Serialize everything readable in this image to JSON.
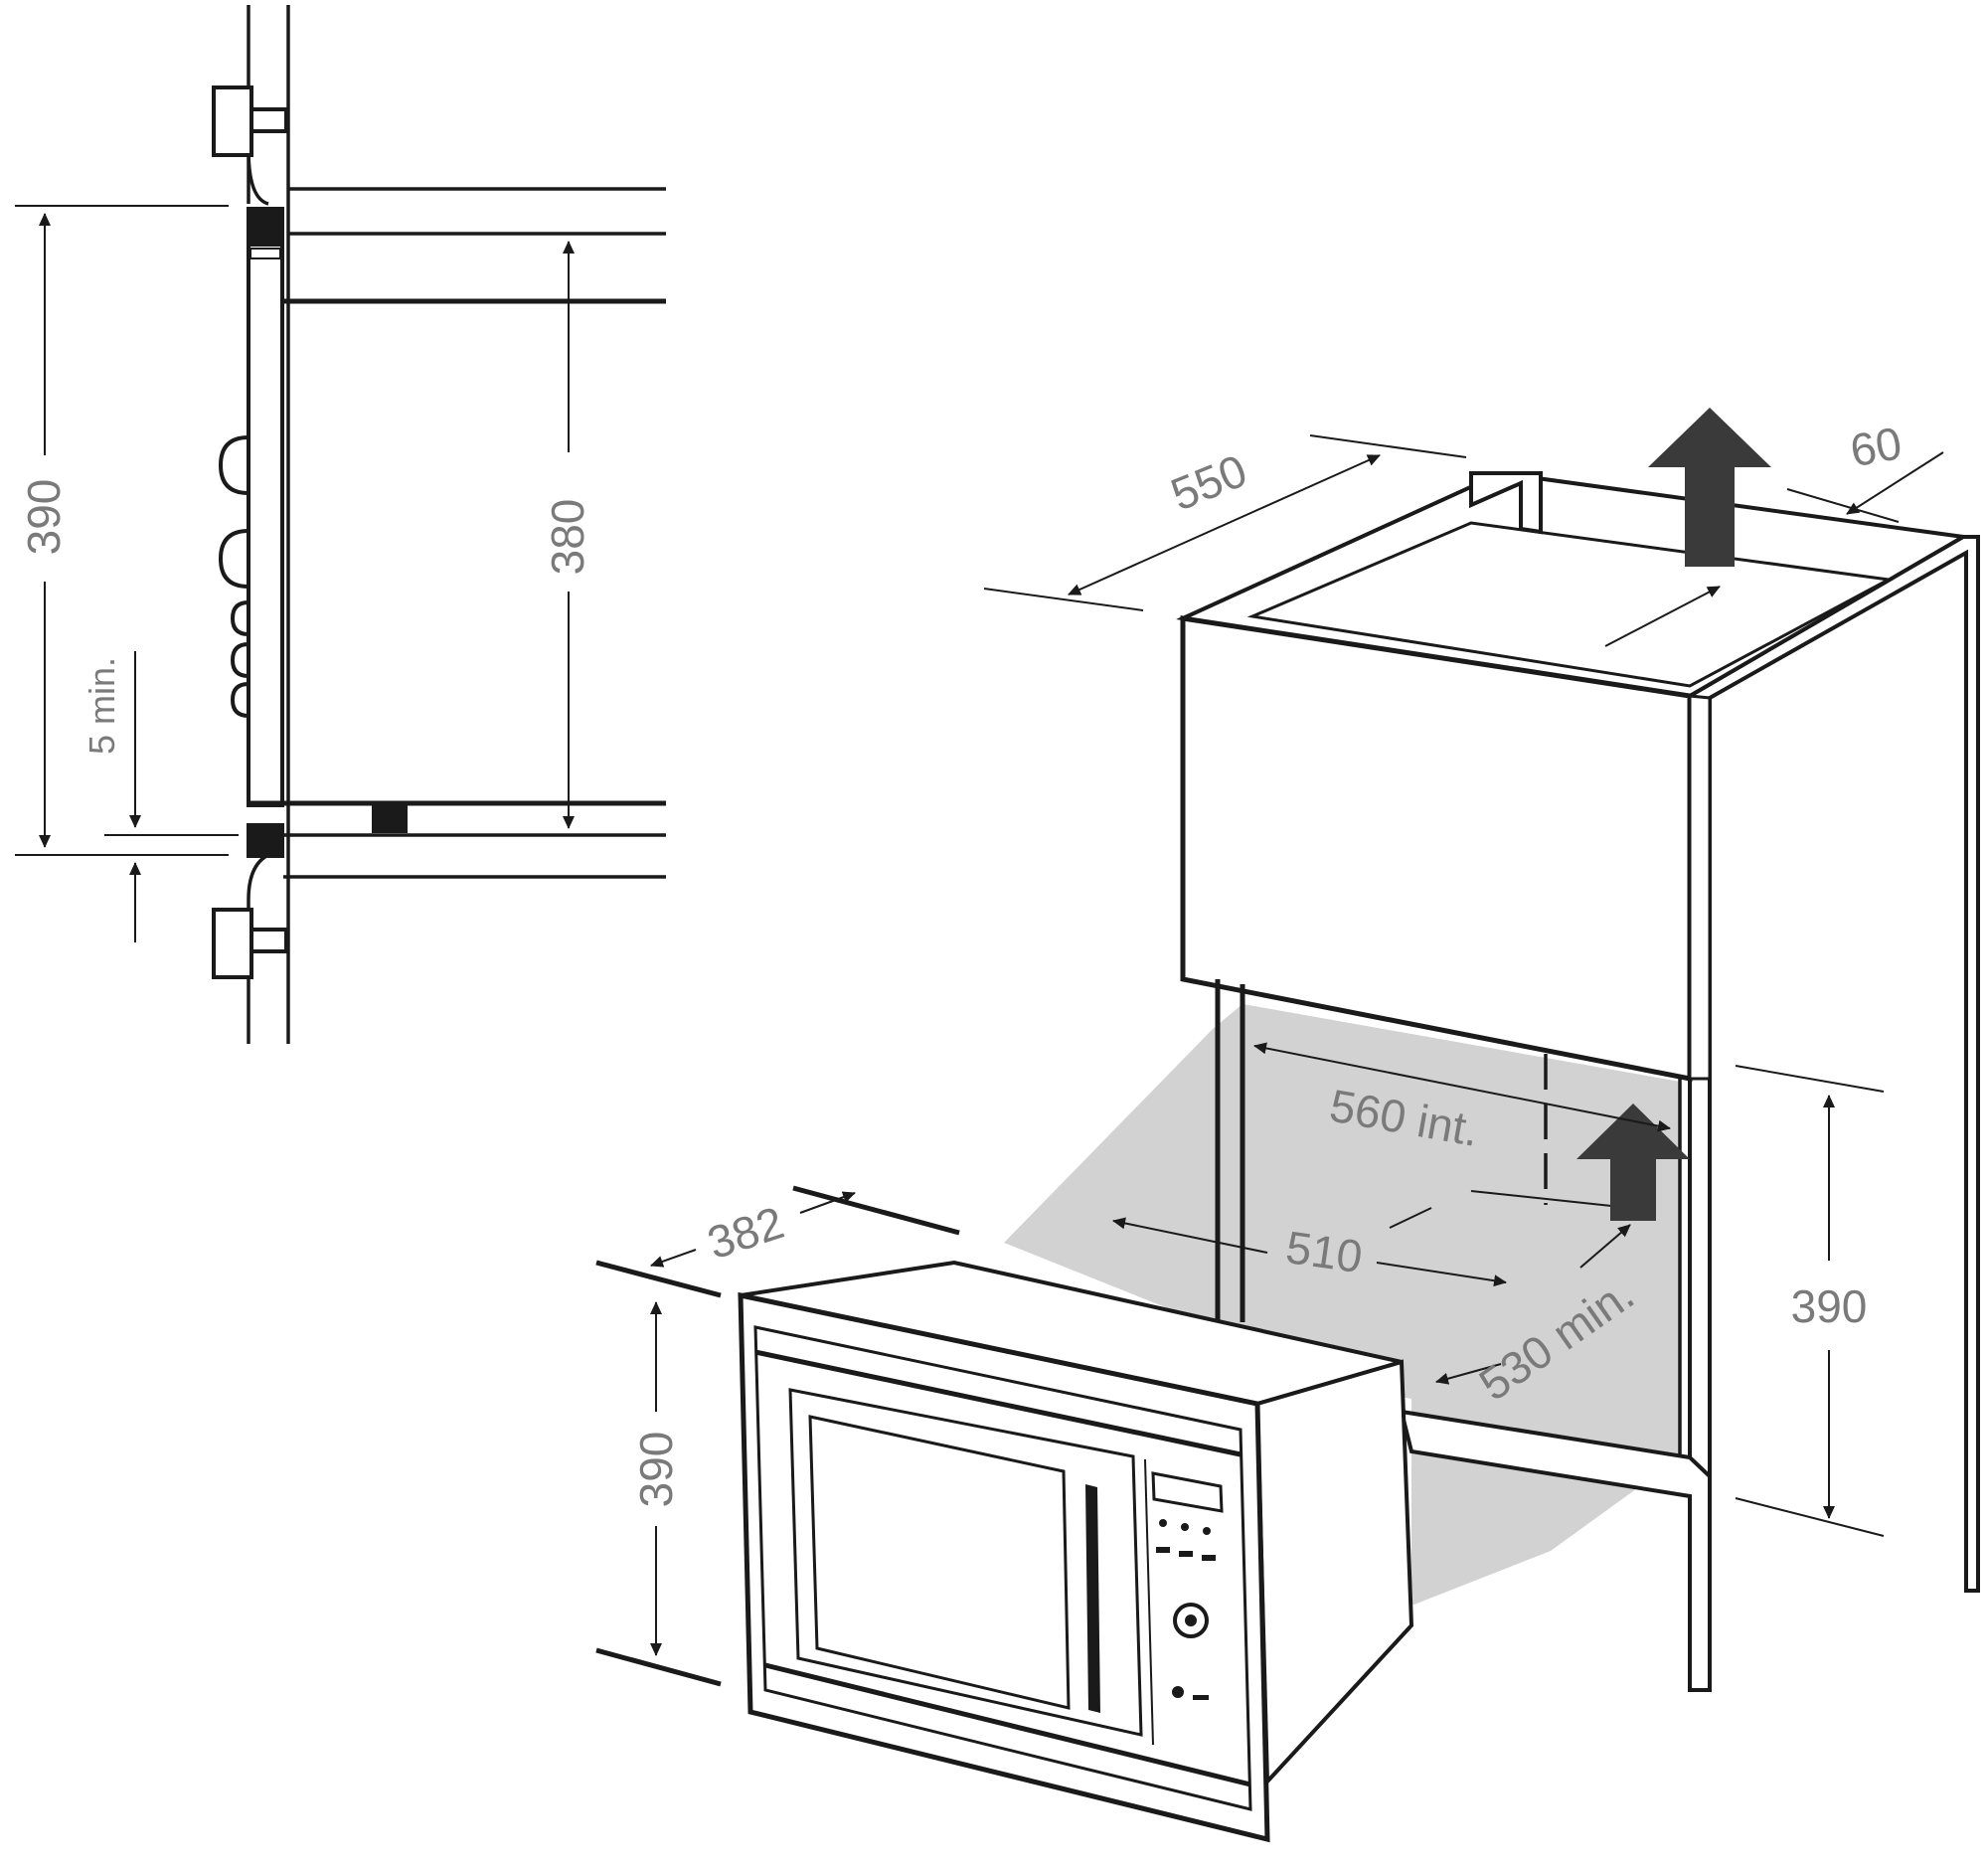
{
  "section_view": {
    "dim_overall": "390",
    "dim_inner": "380",
    "dim_min_gap": "5 min."
  },
  "perspective_view": {
    "dim_depth": "550",
    "dim_vent": "60",
    "dim_width_int": "560 int.",
    "dim_depth_floor": "510",
    "dim_depth_min": "530 min.",
    "dim_niche_height": "390",
    "dim_oven_depth": "382",
    "dim_oven_height": "390"
  },
  "colors": {
    "line": "#1a1a1a",
    "dimension_text": "#7a7a7a",
    "shadow": "#d2d2d2",
    "arrow": "#3a3a3a"
  }
}
